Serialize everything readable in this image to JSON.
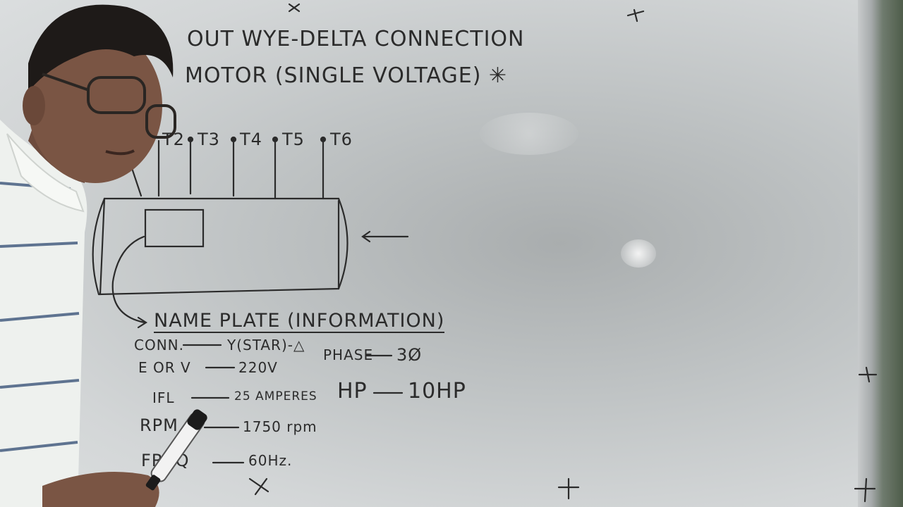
{
  "board": {
    "title_line1": "OUT WYE-DELTA CONNECTION",
    "title_line2": "MOTOR (SINGLE VOLTAGE) ✳",
    "terminals": [
      "T2",
      "T3",
      "T4",
      "T5",
      "T6"
    ],
    "nameplate_heading": "NAME PLATE (INFORMATION)",
    "specs": {
      "conn_label": "CONN.",
      "conn_value": "Y(STAR)-△",
      "voltage_label": "E OR V",
      "voltage_value": "220V",
      "current_label": "IFL",
      "current_value": "25 AMPERES",
      "rpm_label": "RPM",
      "rpm_value": "1750 rpm",
      "freq_label": "FREQ",
      "freq_value": "60Hz.",
      "phase_label": "PHASE",
      "phase_value": "3Ø",
      "hp_label": "HP",
      "hp_value": "10HP"
    },
    "dash": "—"
  },
  "colors": {
    "ink": "#2b2b2b",
    "board": "#c4c7c8",
    "shirt": "#eef1ee",
    "stripe": "#5e7390",
    "skin": "#7a5544"
  }
}
